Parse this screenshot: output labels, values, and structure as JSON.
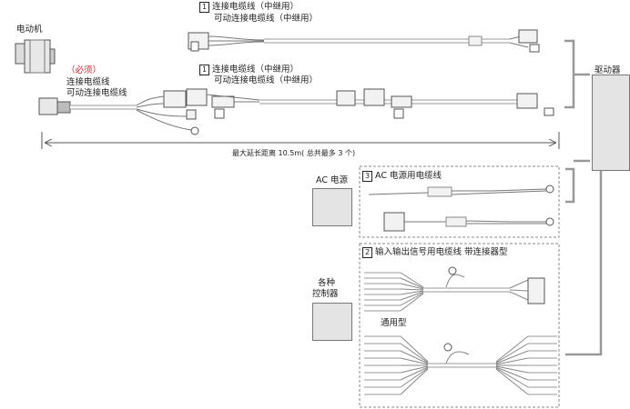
{
  "motor": {
    "label": "电动机"
  },
  "required_cable": {
    "note": "（必须）",
    "line1": "连接电缆线",
    "line2": "可动连接电缆线"
  },
  "relay_top": {
    "num": "1",
    "line1": "连接电缆线（中继用）",
    "line2": "可动连接电缆线（中继用）"
  },
  "relay_mid": {
    "num": "1",
    "line1": "连接电缆线（中继用）",
    "line2": "可动连接电缆线（中继用）"
  },
  "distance": {
    "text": "最大延长距离 10.5m( 总共最多 3 个)"
  },
  "driver": {
    "label": "驱动器"
  },
  "ac_power": {
    "label": "AC 电源"
  },
  "ac_cable": {
    "num": "3",
    "label": "AC 电源用电缆线"
  },
  "io_cable": {
    "num": "2",
    "label": "输入输出信号用电缆线  带连接器型"
  },
  "controller": {
    "line1": "各种",
    "line2": "控制器"
  },
  "general": {
    "label": "通用型"
  },
  "colors": {
    "box_fill": "#e4e4e4",
    "line": "#888888",
    "note": "#d0202a"
  }
}
